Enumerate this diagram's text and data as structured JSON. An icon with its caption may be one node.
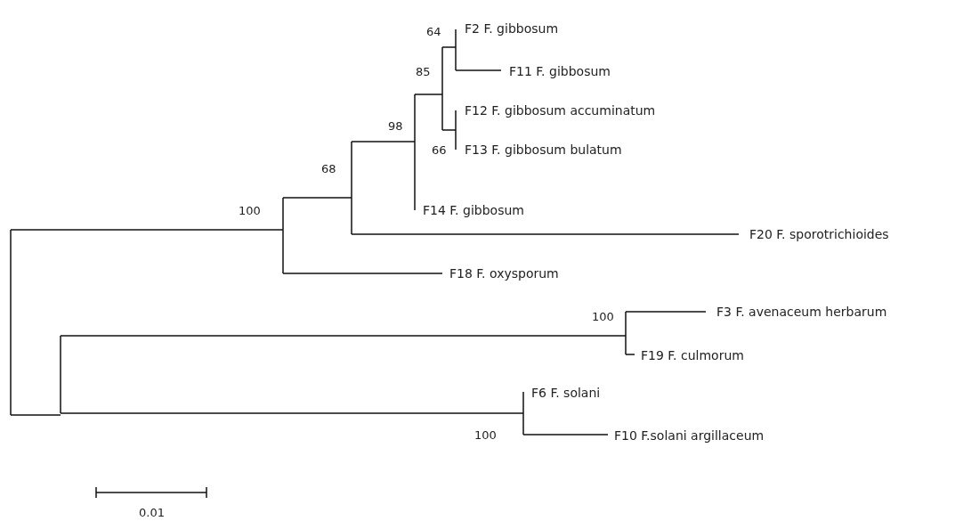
{
  "diagram": {
    "labels": [
      "64",
      "F2 F. gibbosum",
      "F11 F. gibbosum",
      "85",
      "F12 F. gibbosum accuminatum",
      "98",
      "66",
      "F13 F. gibbosum bulatum",
      "68",
      "F14 F. gibbosum",
      "100",
      "F20 F. sporotrichioides",
      "F18 F. oxysporum",
      "100",
      "F3 F. avenaceum herbarum",
      "F19 F. culmorum",
      "F6 F. solani",
      "100",
      "F10 F.solani argillaceum",
      "0.01"
    ]
  }
}
